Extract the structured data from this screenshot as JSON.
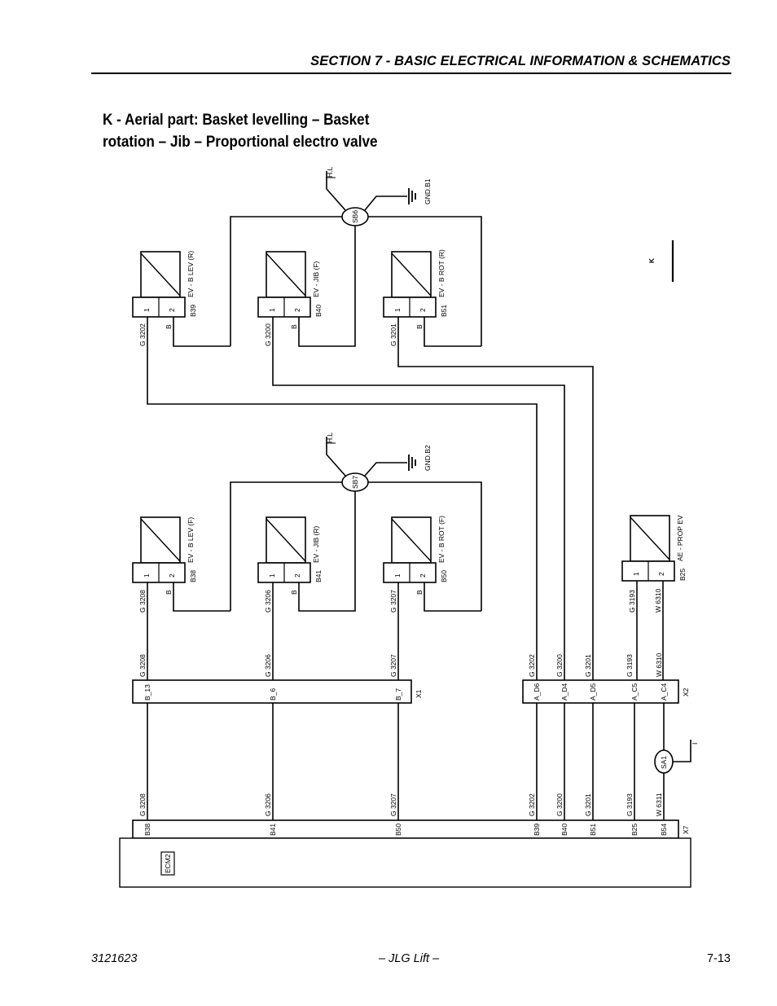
{
  "header": {
    "section": "SECTION 7 - BASIC ELECTRICAL INFORMATION & SCHEMATICS"
  },
  "title": {
    "line1": "K - Aerial part: Basket levelling – Basket",
    "line2": "rotation – Jib – Proportional electro valve"
  },
  "section_letter": "K",
  "schematic": {
    "splices_top": {
      "ground": "GND.B1",
      "node": "SB6",
      "supply": "H.L"
    },
    "splices_bottom": {
      "ground": "GND.B2",
      "node": "SB7",
      "supply": "H.L"
    },
    "valves_top": [
      {
        "name": "EV - B LEV (R)",
        "connector": "B39",
        "wire": "G 3202",
        "return": "B",
        "pin1": "1",
        "pin2": "2"
      },
      {
        "name": "EV - JIB (F)",
        "connector": "B40",
        "wire": "G 3200",
        "return": "B",
        "pin1": "1",
        "pin2": "2"
      },
      {
        "name": "EV - B ROT (R)",
        "connector": "B51",
        "wire": "G 3201",
        "return": "B",
        "pin1": "1",
        "pin2": "2"
      }
    ],
    "valves_bottom": [
      {
        "name": "EV - B LEV (F)",
        "connector": "B38",
        "wire": "G 3208",
        "return": "B",
        "pin1": "1",
        "pin2": "2"
      },
      {
        "name": "EV - JIB (R)",
        "connector": "B41",
        "wire": "G 3206",
        "return": "B",
        "pin1": "1",
        "pin2": "2"
      },
      {
        "name": "EV - B ROT (F)",
        "connector": "B50",
        "wire": "G 3207",
        "return": "B",
        "pin1": "1",
        "pin2": "2"
      }
    ],
    "prop_valve": {
      "name": "AE - PROP EV",
      "connector": "B25",
      "pin1": "1",
      "pin2": "2",
      "wire1": "G 3193",
      "wire2": "W 6310"
    },
    "x1": {
      "name": "X1",
      "pins": [
        {
          "label": "B_13",
          "wire": "G 3208"
        },
        {
          "label": "B_6",
          "wire": "G 3206"
        },
        {
          "label": "B_7",
          "wire": "G 3207"
        }
      ]
    },
    "x2": {
      "name": "X2",
      "pins": [
        {
          "label": "A_D6",
          "wire": "G 3202"
        },
        {
          "label": "A_D4",
          "wire": "G 3200"
        },
        {
          "label": "A_D5",
          "wire": "G 3201"
        },
        {
          "label": "A_C5",
          "wire": "G 3193"
        },
        {
          "label": "A_C4",
          "wire": "W 6310"
        }
      ]
    },
    "sa1": {
      "name": "SA1",
      "supply": "I"
    },
    "x7": {
      "name": "X7",
      "pins": [
        {
          "label": "B38",
          "wire": "G 3208"
        },
        {
          "label": "B41",
          "wire": "G 3206"
        },
        {
          "label": "B50",
          "wire": "G 3207"
        },
        {
          "label": "B39",
          "wire": "G 3202"
        },
        {
          "label": "B40",
          "wire": "G 3200"
        },
        {
          "label": "B51",
          "wire": "G 3201"
        },
        {
          "label": "B25",
          "wire": "G 3193"
        },
        {
          "label": "B54",
          "wire": "W 6311"
        }
      ]
    },
    "ecm": "ECM2"
  },
  "footer": {
    "left": "3121623",
    "center": "– JLG Lift –",
    "right": "7-13"
  }
}
